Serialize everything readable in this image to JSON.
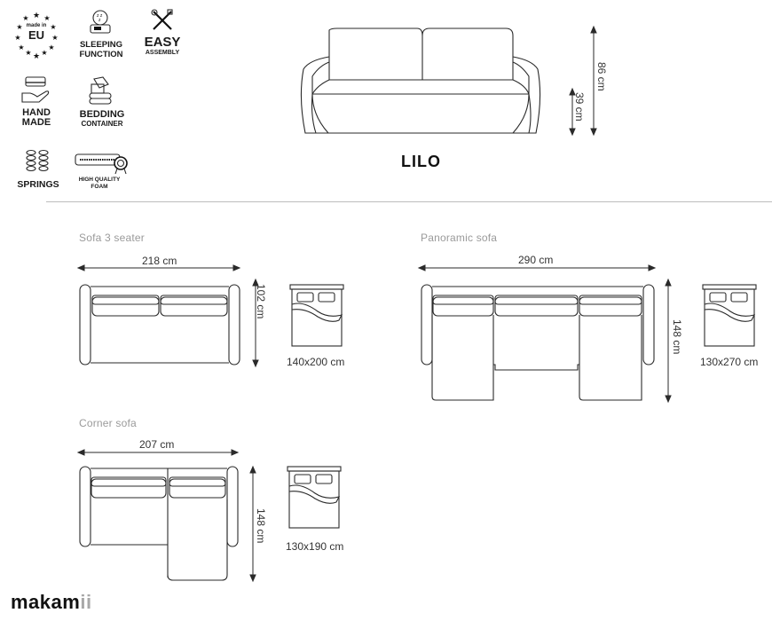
{
  "product": {
    "name": "LILO",
    "height_total": "86 cm",
    "seat_height": "39 cm"
  },
  "features": [
    {
      "id": "made-in-eu",
      "line1": "made in",
      "line2": "EU",
      "icon": "eu-stars-icon"
    },
    {
      "id": "sleeping-function",
      "line1": "SLEEPING",
      "line2": "FUNCTION",
      "icon": "sleeping-icon"
    },
    {
      "id": "easy-assembly",
      "line1": "EASY",
      "line2": "ASSEMBLY",
      "icon": "tools-icon"
    },
    {
      "id": "hand-made",
      "line1": "HAND",
      "line2": "MADE",
      "icon": "hand-sofa-icon"
    },
    {
      "id": "bedding-container",
      "line1": "BEDDING",
      "line2": "CONTAINER",
      "icon": "bedding-icon"
    },
    {
      "id": "springs",
      "line1": "SPRINGS",
      "line2": "",
      "icon": "springs-icon"
    },
    {
      "id": "high-quality-foam",
      "line1": "HIGH QUALITY",
      "line2": "FOAM",
      "icon": "foam-badge-icon"
    }
  ],
  "variants": [
    {
      "title": "Sofa 3 seater",
      "width": "218 cm",
      "depth": "102 cm",
      "bed_size": "140x200 cm"
    },
    {
      "title": "Panoramic sofa",
      "width": "290 cm",
      "depth": "148 cm",
      "bed_size": "130x270 cm"
    },
    {
      "title": "Corner sofa",
      "width": "207 cm",
      "depth": "148 cm",
      "bed_size": "130x190 cm"
    }
  ],
  "brand": {
    "name_main": "makam",
    "name_accent": "ii"
  },
  "colors": {
    "line": "#2a2a2a",
    "section_title": "#9a9a9a",
    "divider": "#bdbdbd",
    "brand_accent": "#a8a8a8"
  }
}
